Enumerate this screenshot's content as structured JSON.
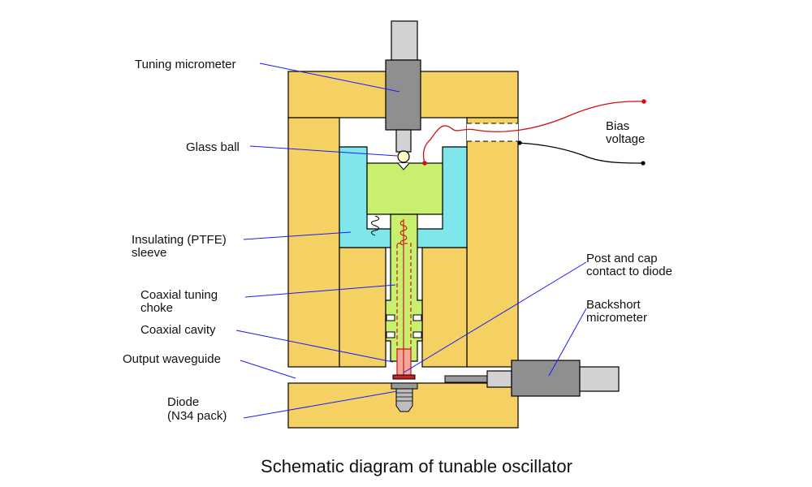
{
  "caption": "Schematic diagram of tunable oscillator",
  "labels": {
    "tuning_micrometer": "Tuning micrometer",
    "glass_ball": "Glass ball",
    "insulating_line1": "Insulating (PTFE)",
    "insulating_line2": "sleeve",
    "choke_line1": "Coaxial tuning",
    "choke_line2": "choke",
    "coaxial_cavity": "Coaxial cavity",
    "output_waveguide": "Output waveguide",
    "diode_line1": "Diode",
    "diode_line2": "(N34 pack)",
    "bias_line1": "Bias",
    "bias_line2": "voltage",
    "post_line1": "Post and cap",
    "post_line2": "contact to diode",
    "backshort_line1": "Backshort",
    "backshort_line2": "micrometer"
  },
  "colors": {
    "block": "#f5d063",
    "sleeve": "#7fe6ec",
    "choke": "#c9ef6e",
    "micrometer": "#8f8f8f",
    "micrometer_light": "#d2d2d2",
    "post": "#f3a79b",
    "bias_wire": "#d01010",
    "leader": "#1a1aff"
  }
}
